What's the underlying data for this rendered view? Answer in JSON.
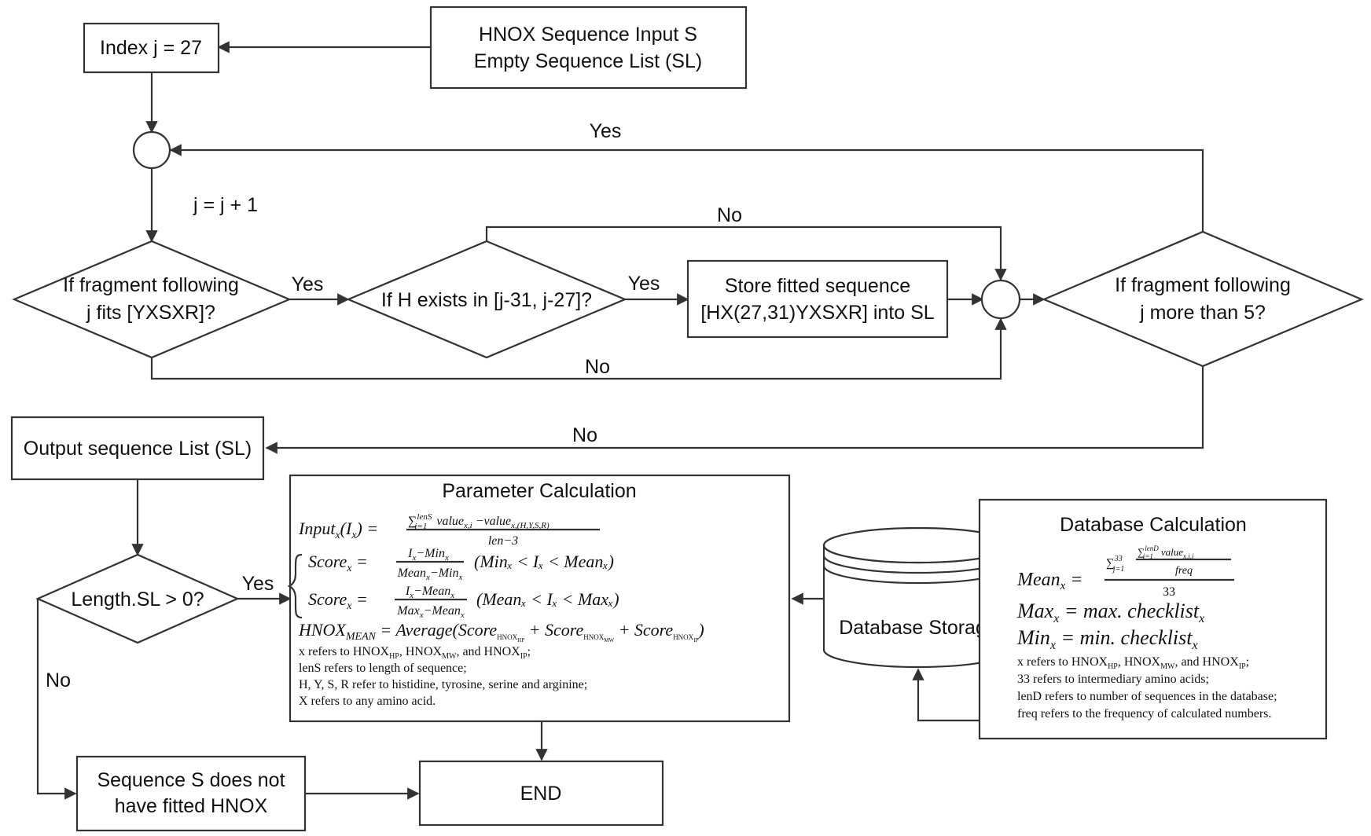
{
  "nodes": {
    "index": "Index j = 27",
    "input_line1": "HNOX Sequence Input S",
    "input_line2": "Empty Sequence List (SL)",
    "increment": "j = j + 1",
    "check_fragment_line1": "If fragment following",
    "check_fragment_line2": "j fits [YXSXR]?",
    "check_h": "If H exists in [j-31, j-27]?",
    "store_line1": "Store fitted sequence",
    "store_line2": "[HX(27,31)YXSXR] into SL",
    "check_more_line1": "If fragment following",
    "check_more_line2": "j more than 5?",
    "output": "Output sequence List (SL)",
    "check_length": "Length.SL > 0?",
    "no_hnox_line1": "Sequence S does not",
    "no_hnox_line2": "have fitted HNOX",
    "end": "END",
    "db_storage": "Database Storage"
  },
  "edge_labels": {
    "loop_yes": "Yes",
    "h_no": "No",
    "fragment_yes": "Yes",
    "h_yes": "Yes",
    "fragment_no": "No",
    "more_no": "No",
    "length_yes": "Yes",
    "length_no": "No"
  },
  "param_calc": {
    "title": "Parameter Calculation",
    "eq_input": "Input",
    "eq_score1_cond": "(Minₓ < Iₓ < Meanₓ)",
    "eq_score2_cond": "(Meanₓ < Iₓ < Maxₓ)",
    "eq_hnox_mean": "HNOX",
    "notes": [
      "x refers to HNOX",
      "lenS refers to length of sequence;",
      "H, Y, S, R refer to histidine, tyrosine, serine and arginine;",
      "X refers to any amino acid."
    ]
  },
  "db_calc": {
    "title": "Database Calculation",
    "notes": [
      "x refers to HNOX",
      "33 refers to intermediary amino acids;",
      "lenD refers to number of sequences in the database;",
      "freq refers to the frequency of calculated numbers."
    ]
  }
}
